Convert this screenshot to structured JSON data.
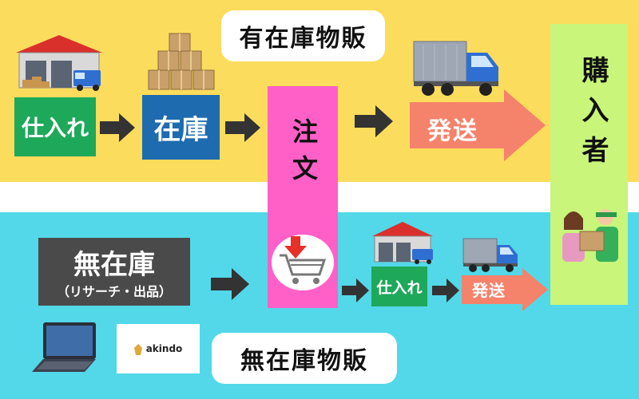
{
  "colors": {
    "top_band": "#fcdc5c",
    "bottom_band": "#52d8e8",
    "shiire": "#1ea85a",
    "zaiko": "#1e6bb0",
    "chumon": "#ff60c8",
    "hassou": "#f5826a",
    "konyusha": "#c8f57a",
    "muzaiko": "#4a4a4a",
    "dark_arrow": "#333333"
  },
  "top": {
    "title": "有在庫物販",
    "shiire": "仕入れ",
    "zaiko": "在庫",
    "hassou": "発送"
  },
  "center": {
    "chumon": "注文"
  },
  "right": {
    "konyusha": "購入者"
  },
  "bottom": {
    "title": "無在庫物販",
    "muzaiko": "無在庫",
    "muzaiko_sub": "（リサーチ・出品）",
    "shiire": "仕入れ",
    "hassou": "発送",
    "logo": "akindo"
  },
  "icons": [
    "warehouse-icon",
    "boxes-icon",
    "truck-icon",
    "shopping-cart-icon",
    "laptop-icon",
    "delivery-person-icon",
    "customer-icon"
  ]
}
